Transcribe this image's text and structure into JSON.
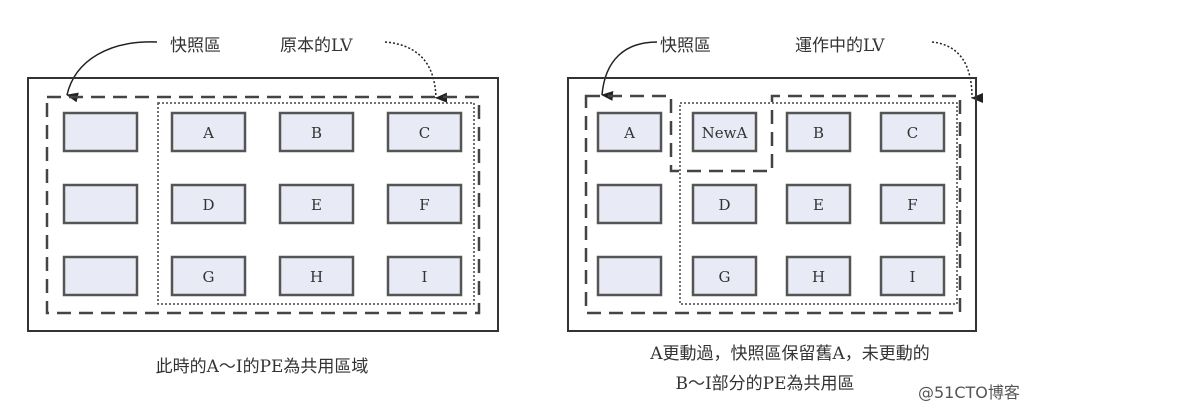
{
  "left_panel": {
    "snapshot_label": "快照區",
    "lv_label": "原本的LV",
    "cells": [
      "",
      "A",
      "B",
      "C",
      "",
      "D",
      "E",
      "F",
      "",
      "G",
      "H",
      "I"
    ],
    "caption": "此時的A～I的PE為共用區域"
  },
  "right_panel": {
    "snapshot_label": "快照區",
    "lv_label": "運作中的LV",
    "cells": [
      "A",
      "NewA",
      "B",
      "C",
      "",
      "D",
      "E",
      "F",
      "",
      "G",
      "H",
      "I"
    ],
    "caption_line1": "A更動過，快照區保留舊A，未更動的",
    "caption_line2": "B～I部分的PE為共用區"
  },
  "watermark": "@51CTO博客"
}
